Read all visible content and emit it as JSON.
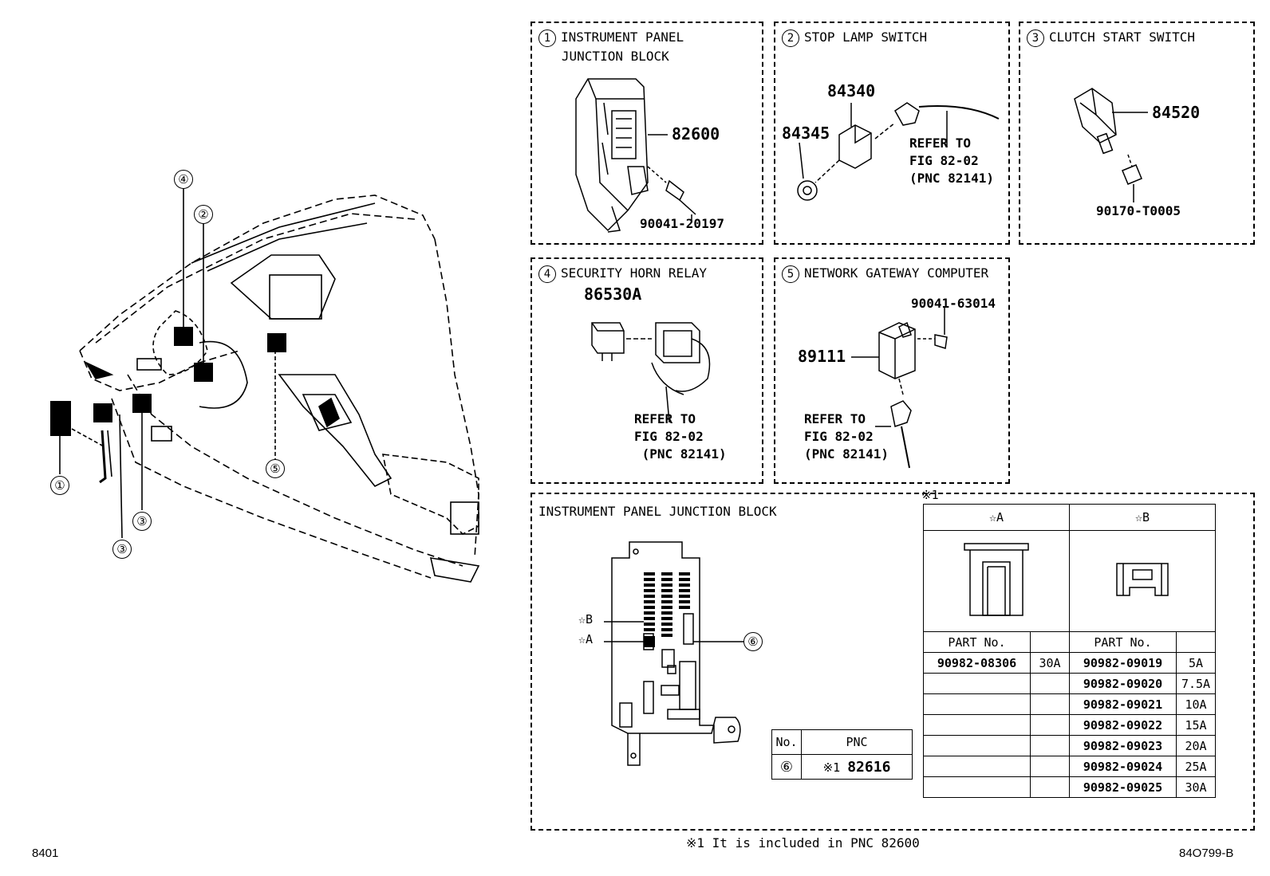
{
  "overview": {
    "callouts": [
      "①",
      "②",
      "③",
      "③",
      "④",
      "⑤"
    ]
  },
  "panels": {
    "p1": {
      "num": "1",
      "title": "INSTRUMENT PANEL\n   JUNCTION BLOCK",
      "parts": [
        "82600",
        "90041-20197"
      ]
    },
    "p2": {
      "num": "2",
      "title": "STOP LAMP SWITCH",
      "parts": [
        "84340",
        "84345"
      ],
      "note": "REFER TO\nFIG 82-02\n(PNC 82141)"
    },
    "p3": {
      "num": "3",
      "title": "CLUTCH START SWITCH",
      "parts": [
        "84520",
        "90170-T0005"
      ]
    },
    "p4": {
      "num": "4",
      "title": "SECURITY HORN RELAY",
      "parts": [
        "86530A"
      ],
      "note": "REFER TO\nFIG 82-02\n (PNC 82141)"
    },
    "p5": {
      "num": "5",
      "title": "NETWORK GATEWAY COMPUTER",
      "parts": [
        "90041-63014",
        "89111"
      ],
      "note": "REFER TO\nFIG 82-02\n(PNC 82141)"
    }
  },
  "junction": {
    "title": "INSTRUMENT PANEL JUNCTION BLOCK",
    "star_b": "☆B",
    "star_a": "☆A",
    "callout": "⑥",
    "ref_mark": "※1",
    "pnc_table": {
      "headers": [
        "No.",
        "PNC"
      ],
      "row": {
        "no": "⑥",
        "mark": "※1",
        "pnc": "82616"
      }
    },
    "fuse_table": {
      "col_a": "☆A",
      "col_b": "☆B",
      "part_no_header": "PART No.",
      "rows": [
        {
          "a_part": "90982-08306",
          "a_amp": "30A",
          "b_part": "90982-09019",
          "b_amp": "5A"
        },
        {
          "a_part": "",
          "a_amp": "",
          "b_part": "90982-09020",
          "b_amp": "7.5A"
        },
        {
          "a_part": "",
          "a_amp": "",
          "b_part": "90982-09021",
          "b_amp": "10A"
        },
        {
          "a_part": "",
          "a_amp": "",
          "b_part": "90982-09022",
          "b_amp": "15A"
        },
        {
          "a_part": "",
          "a_amp": "",
          "b_part": "90982-09023",
          "b_amp": "20A"
        },
        {
          "a_part": "",
          "a_amp": "",
          "b_part": "90982-09024",
          "b_amp": "25A"
        },
        {
          "a_part": "",
          "a_amp": "",
          "b_part": "90982-09025",
          "b_amp": "30A"
        }
      ]
    }
  },
  "footer": {
    "left": "8401",
    "note": "※1 It is included in PNC 82600",
    "right": "84O799-B"
  }
}
